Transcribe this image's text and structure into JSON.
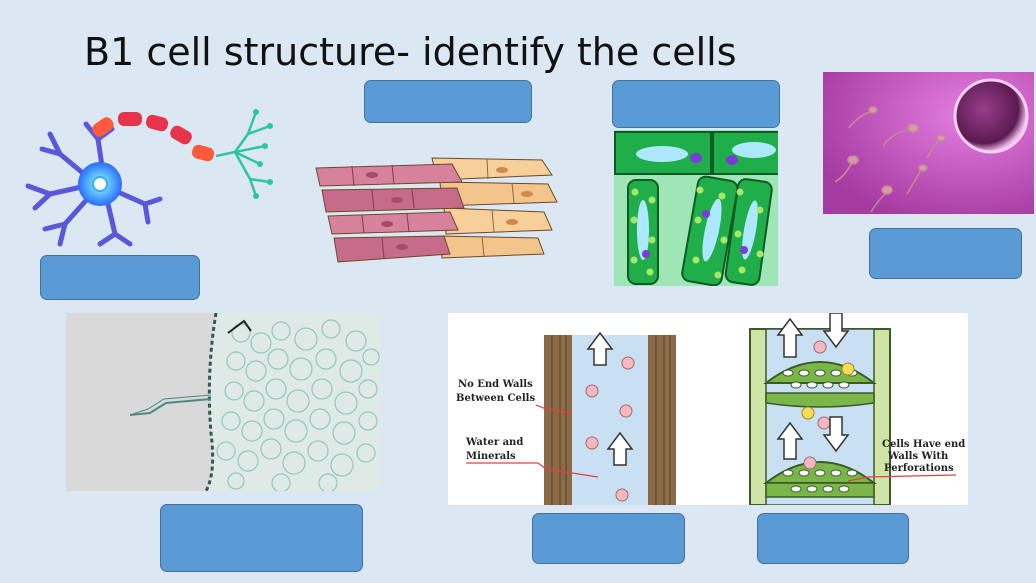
{
  "slide": {
    "title": "B1 cell structure- identify the cells"
  },
  "answer_boxes": [
    {
      "id": "neuron",
      "value": ""
    },
    {
      "id": "muscle",
      "value": ""
    },
    {
      "id": "palisade",
      "value": ""
    },
    {
      "id": "sperm",
      "value": ""
    },
    {
      "id": "root-hair",
      "value": ""
    },
    {
      "id": "xylem",
      "value": ""
    },
    {
      "id": "phloem",
      "value": ""
    }
  ],
  "vessel_diagram": {
    "label_no_end_walls": [
      "No End Walls",
      "Between Cells"
    ],
    "label_water": [
      "Water and",
      "Minerals"
    ],
    "label_cells_end": [
      "Cells Have end",
      "Walls With",
      "Perforations"
    ]
  },
  "colors": {
    "background": "#dce7f4",
    "box_fill": "#5b9bd5",
    "box_border": "#41719c"
  },
  "icons": [
    "neuron-image",
    "muscle-cells-image",
    "palisade-cells-image",
    "sperm-egg-image",
    "root-hair-micrograph",
    "xylem-phloem-diagram",
    "arrow-up-icon",
    "arrow-down-icon"
  ]
}
